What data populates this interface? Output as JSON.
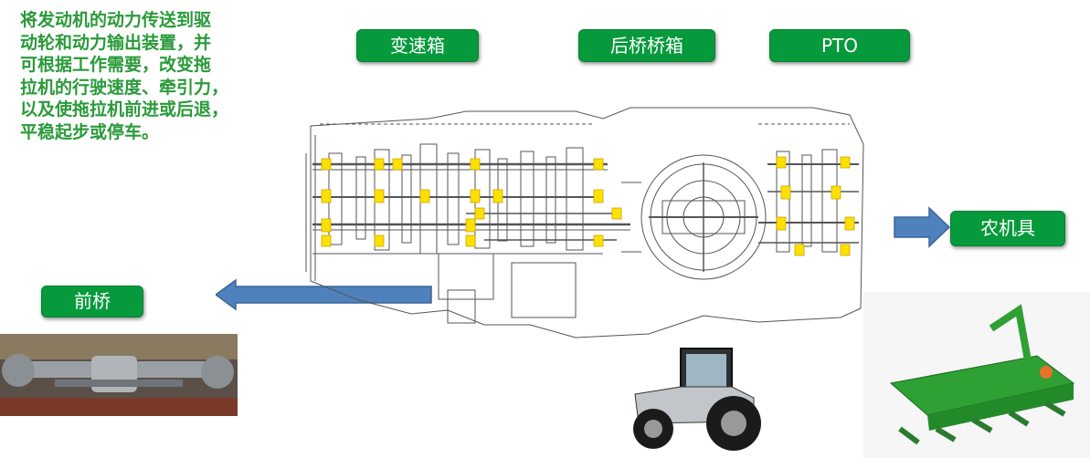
{
  "description": {
    "lines": [
      "将发动机的动力传送到驱",
      "动轮和动力输出装置，并",
      "可根据工作需要，改变拖",
      "拉机的行驶速度、牵引力，",
      "以及使拖拉机前进或后退，",
      "平稳起步或停车。"
    ]
  },
  "labels": {
    "gearbox": "变速箱",
    "rear_axle": "后桥桥箱",
    "pto": "PTO",
    "implement": "农机具",
    "front_axle": "前桥"
  },
  "colors": {
    "text_green": "#2a9a3a",
    "tag_green": "#079a3c",
    "arrow_blue": "#4f81bd",
    "bearing_yellow": "#ffe000"
  },
  "photos": {
    "front_axle": "front-axle-photo",
    "tractor": "tractor-photo",
    "implement": "rotary-tiller-photo"
  }
}
